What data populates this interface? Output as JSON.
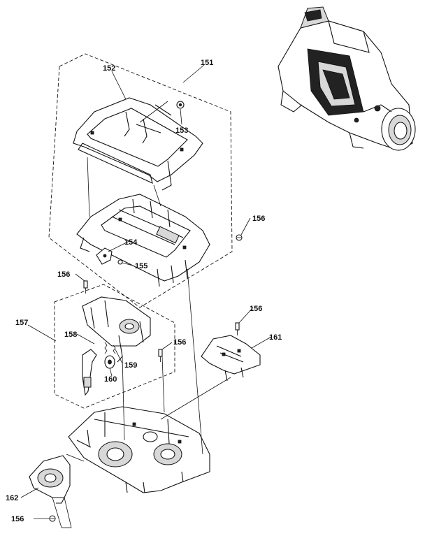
{
  "callouts": {
    "c151": "151",
    "c152": "152",
    "c153": "153",
    "c154": "154",
    "c155": "155",
    "c156a": "156",
    "c156b": "156",
    "c156c": "156",
    "c156d": "156",
    "c156e": "156",
    "c157": "157",
    "c158": "158",
    "c159": "159",
    "c160": "160",
    "c161": "161",
    "c162": "162"
  }
}
